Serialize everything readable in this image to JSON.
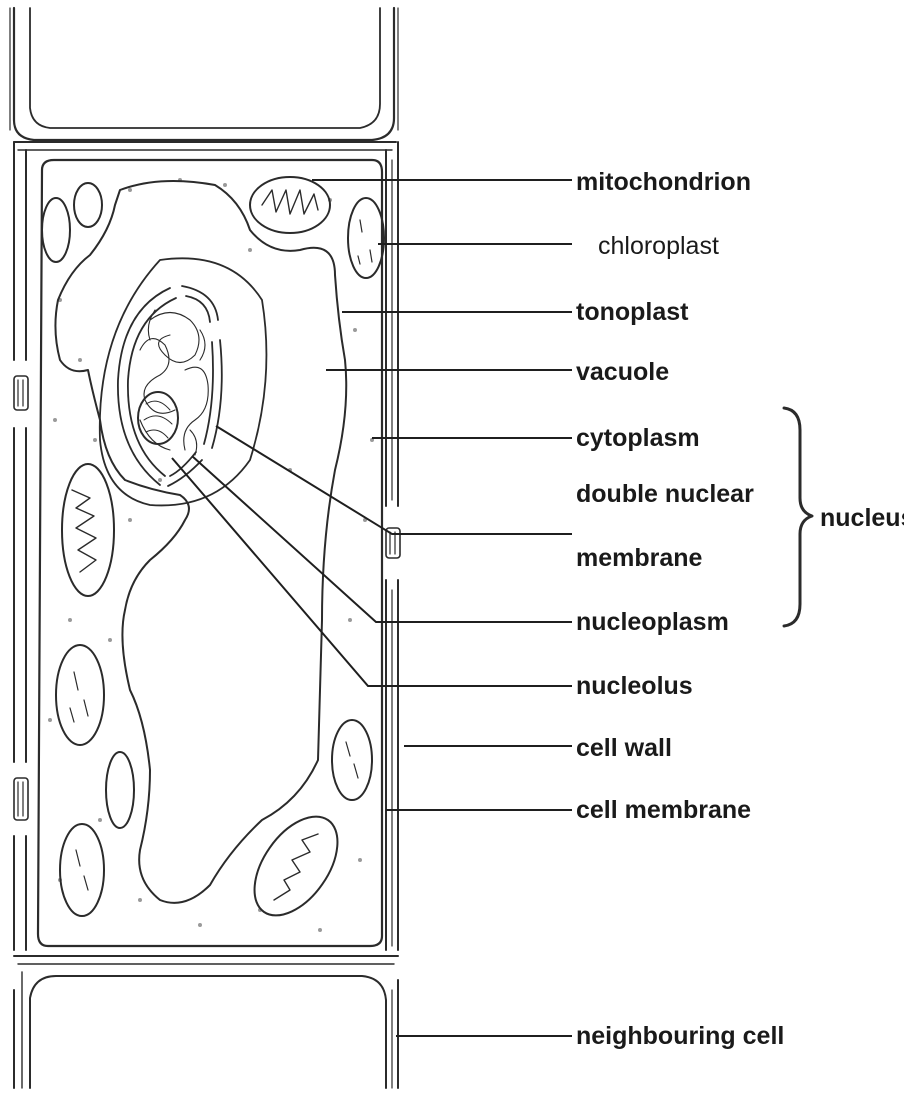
{
  "labels": {
    "mitochondrion": "mitochondrion",
    "chloroplast": "chloroplast",
    "tonoplast": "tonoplast",
    "vacuole": "vacuole",
    "cytoplasm": "cytoplasm",
    "double_nuclear": "double nuclear",
    "membrane": "membrane",
    "nucleoplasm": "nucleoplasm",
    "nucleolus": "nucleolus",
    "cell_wall": "cell wall",
    "cell_membrane": "cell membrane",
    "neighbouring_cell": "neighbouring cell",
    "nucleus": "nucleus"
  }
}
